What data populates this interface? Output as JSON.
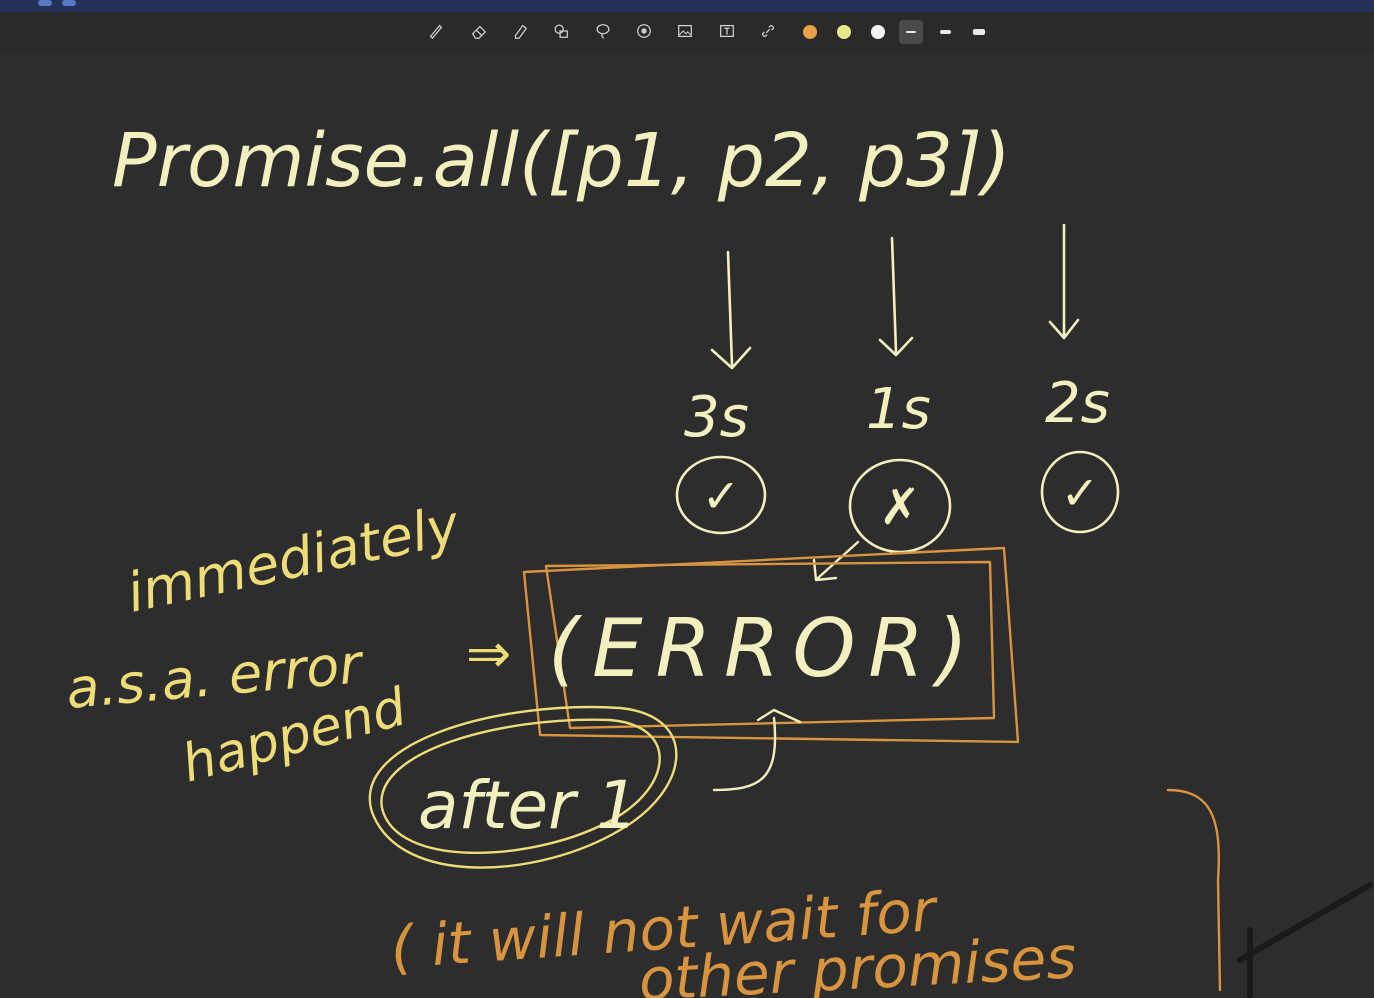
{
  "toolbar": {
    "tools": [
      {
        "name": "pen-icon",
        "title": "Pen"
      },
      {
        "name": "eraser-icon",
        "title": "Eraser"
      },
      {
        "name": "highlighter-icon",
        "title": "Highlighter"
      },
      {
        "name": "shapes-icon",
        "title": "Shapes"
      },
      {
        "name": "lasso-icon",
        "title": "Lasso"
      },
      {
        "name": "laser-pointer-icon",
        "title": "Laser pointer"
      },
      {
        "name": "image-icon",
        "title": "Image"
      },
      {
        "name": "text-box-icon",
        "title": "Text"
      },
      {
        "name": "link-icon",
        "title": "Link"
      }
    ],
    "colors": [
      "#e8a04a",
      "#e8e88a",
      "#f2f2f2"
    ],
    "stroke_widths": [
      "thin",
      "medium",
      "thick"
    ],
    "active_stroke": "thin"
  },
  "ink_colors": {
    "chalk": "#f3f0c0",
    "orange": "#d9943f",
    "yellow": "#eedc78"
  },
  "notes": {
    "heading": "Promise.all([p1, p2, p3])",
    "p1_time": "3s",
    "p2_time": "1s",
    "p3_time": "2s",
    "p1_mark": "✓",
    "p2_mark": "✗",
    "p3_mark": "✓",
    "error_box": "(ERROR)",
    "side_note_1": "immediately",
    "side_note_2": "a.s.a. error",
    "side_note_3": "happend",
    "implies": "⇒",
    "after_label": "after 1",
    "bottom_note_1": "( it will not wait for",
    "bottom_note_2": "other promises"
  }
}
